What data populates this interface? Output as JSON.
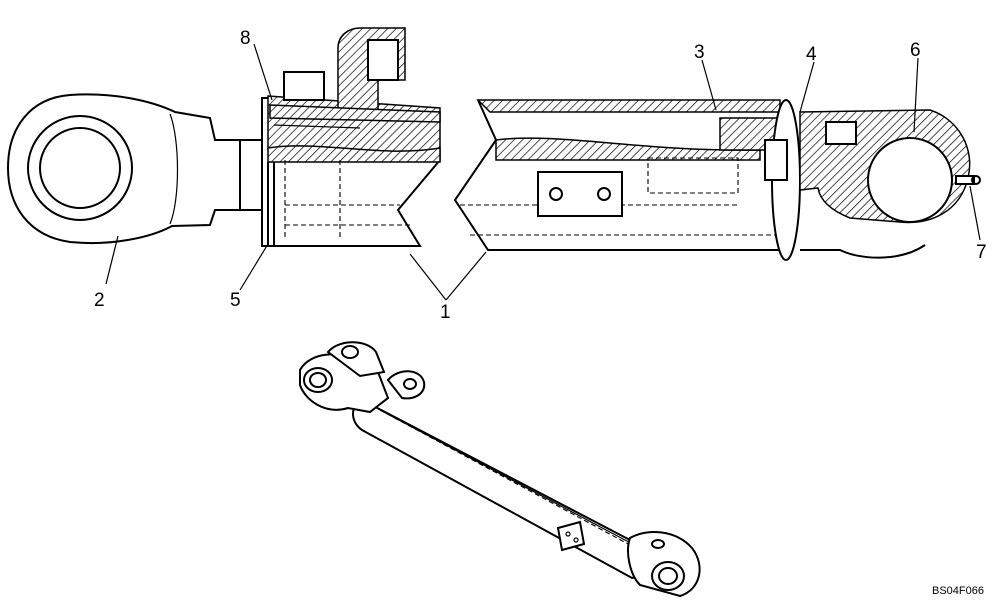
{
  "diagram": {
    "callouts": [
      {
        "id": "callout-1",
        "text": "1"
      },
      {
        "id": "callout-2",
        "text": "2"
      },
      {
        "id": "callout-3",
        "text": "3"
      },
      {
        "id": "callout-4",
        "text": "4"
      },
      {
        "id": "callout-5",
        "text": "5"
      },
      {
        "id": "callout-6",
        "text": "6"
      },
      {
        "id": "callout-7",
        "text": "7"
      },
      {
        "id": "callout-8",
        "text": "8"
      }
    ],
    "reference_code": "BS04F066"
  }
}
